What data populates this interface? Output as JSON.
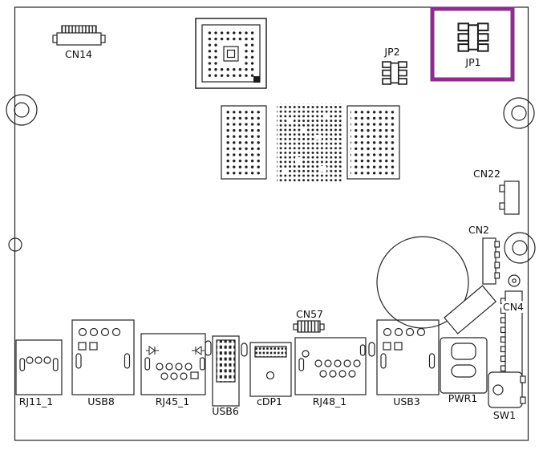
{
  "diagram": {
    "highlight": {
      "color": "#8E2D8E",
      "component": "JP1"
    },
    "line_color": "#232323",
    "labels": {
      "cn14": "CN14",
      "jp2": "JP2",
      "jp1": "JP1",
      "cn22": "CN22",
      "cn2": "CN2",
      "cn4": "CN4",
      "cn57": "CN57",
      "rj11": "RJ11_1",
      "usb8": "USB8",
      "rj45": "RJ45_1",
      "usb6": "USB6",
      "cdp1": "cDP1",
      "rj48": "RJ48_1",
      "usb3": "USB3",
      "pwr1": "PWR1",
      "sw1": "SW1"
    }
  }
}
